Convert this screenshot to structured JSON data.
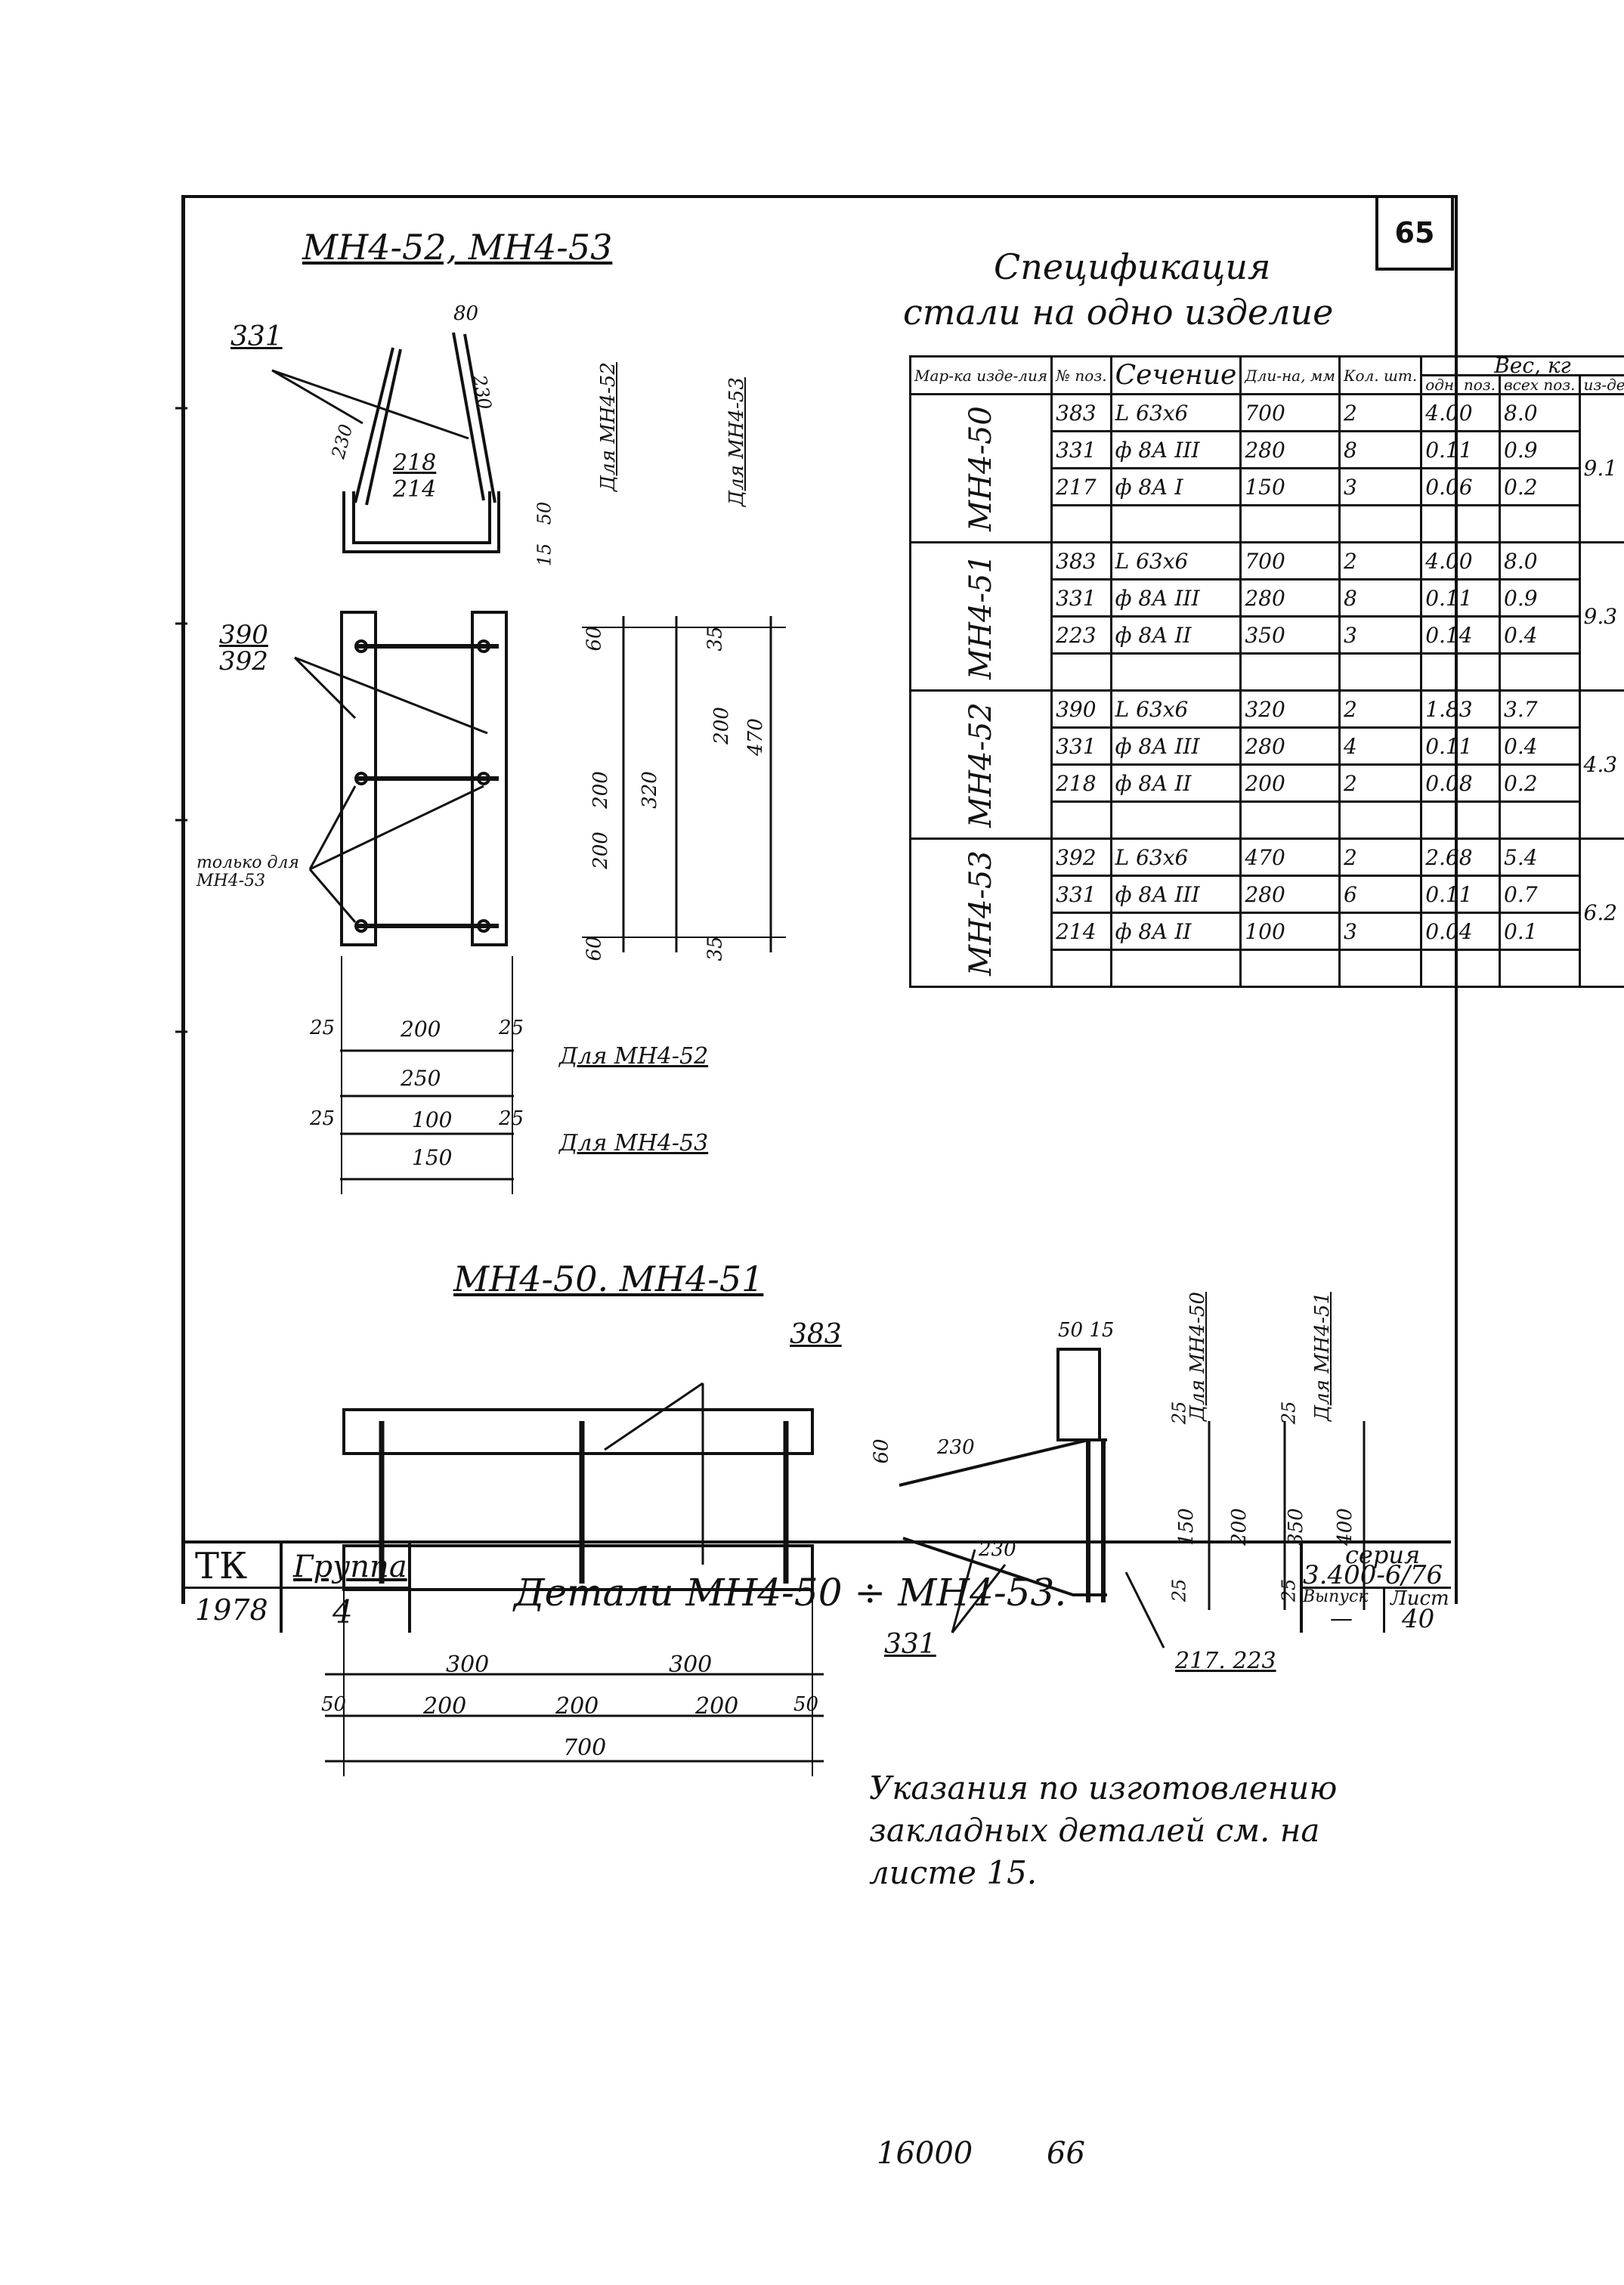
{
  "sheet_number": "65",
  "views": {
    "top_left_title": "МН4-52, МН4-53",
    "bottom_left_title": "МН4-50. МН4-51"
  },
  "dimensions_top": {
    "d80": "80",
    "d331": "331",
    "d230": "230",
    "d218": "218",
    "d214": "214",
    "d50": "50",
    "d15": "15",
    "d390": "390",
    "d392": "392",
    "d60": "60",
    "d200a": "200",
    "d320": "320",
    "d200b": "200",
    "d35a": "35",
    "d200c": "200",
    "d470": "470",
    "d35b": "35",
    "d60b": "60",
    "only_for": "только для МН4-53",
    "for_52_vertical": "Для МН4-52",
    "for_53_vertical": "Для МН4-53",
    "d25a": "25",
    "d200w": "200",
    "d25b": "25",
    "d250": "250",
    "for_52": "Для МН4-52",
    "d25c": "25",
    "d100": "100",
    "d25d": "25",
    "d150": "150",
    "for_53": "Для МН4-53"
  },
  "dimensions_bottom": {
    "d383": "383",
    "d300a": "300",
    "d300b": "300",
    "d50a": "50",
    "d200a": "200",
    "d200b": "200",
    "d200c": "200",
    "d50b": "50",
    "d700": "700",
    "d5015": "50 15",
    "for_50": "Для МН4-50",
    "for_51": "Для МН4-51",
    "d25a": "25",
    "d25b": "25",
    "d60": "60",
    "d230a": "230",
    "d230b": "230",
    "d150": "150",
    "d200": "200",
    "d350": "350",
    "d400": "400",
    "d25c": "25",
    "d25d": "25",
    "d331": "331",
    "d217": "217. 223"
  },
  "spec": {
    "title": "Спецификация",
    "subtitle": "стали на одно изделие",
    "headers": {
      "mark": "Мар-ка изде-лия",
      "pos": "№ поз.",
      "section": "Сечение",
      "length": "Дли-на, мм",
      "qty": "Кол. шт.",
      "weight": "Вес, кг",
      "w_one": "одн. поз.",
      "w_all": "всех поз.",
      "w_item": "из-дел."
    },
    "groups": [
      {
        "mark": "МН4-50",
        "rows": [
          {
            "pos": "383",
            "section": "L 63х6",
            "length": "700",
            "qty": "2",
            "w_one": "4.00",
            "w_all": "8.0"
          },
          {
            "pos": "331",
            "section": "ф 8А III",
            "length": "280",
            "qty": "8",
            "w_one": "0.11",
            "w_all": "0.9"
          },
          {
            "pos": "217",
            "section": "ф 8А I",
            "length": "150",
            "qty": "3",
            "w_one": "0.06",
            "w_all": "0.2"
          }
        ],
        "item_weight": "9.1"
      },
      {
        "mark": "МН4-51",
        "rows": [
          {
            "pos": "383",
            "section": "L 63х6",
            "length": "700",
            "qty": "2",
            "w_one": "4.00",
            "w_all": "8.0"
          },
          {
            "pos": "331",
            "section": "ф 8А III",
            "length": "280",
            "qty": "8",
            "w_one": "0.11",
            "w_all": "0.9"
          },
          {
            "pos": "223",
            "section": "ф 8А II",
            "length": "350",
            "qty": "3",
            "w_one": "0.14",
            "w_all": "0.4"
          }
        ],
        "item_weight": "9.3"
      },
      {
        "mark": "МН4-52",
        "rows": [
          {
            "pos": "390",
            "section": "L 63х6",
            "length": "320",
            "qty": "2",
            "w_one": "1.83",
            "w_all": "3.7"
          },
          {
            "pos": "331",
            "section": "ф 8А III",
            "length": "280",
            "qty": "4",
            "w_one": "0.11",
            "w_all": "0.4"
          },
          {
            "pos": "218",
            "section": "ф 8А II",
            "length": "200",
            "qty": "2",
            "w_one": "0.08",
            "w_all": "0.2"
          }
        ],
        "item_weight": "4.3"
      },
      {
        "mark": "МН4-53",
        "rows": [
          {
            "pos": "392",
            "section": "L 63х6",
            "length": "470",
            "qty": "2",
            "w_one": "2.68",
            "w_all": "5.4"
          },
          {
            "pos": "331",
            "section": "ф 8А III",
            "length": "280",
            "qty": "6",
            "w_one": "0.11",
            "w_all": "0.7"
          },
          {
            "pos": "214",
            "section": "ф 8А II",
            "length": "100",
            "qty": "3",
            "w_one": "0.04",
            "w_all": "0.1"
          }
        ],
        "item_weight": "6.2"
      }
    ]
  },
  "note": {
    "line1": "Указания по изготовлению",
    "line2": "закладных деталей см. на",
    "line3": "листе 15."
  },
  "title_block": {
    "org": "ТК",
    "group_label": "Группа",
    "year": "1978",
    "group_value": "4",
    "title": "Детали МН4-50 ÷ МН4-53.",
    "series_label": "серия",
    "series_value": "3.400-6/76",
    "issue_label": "Выпуск",
    "sheet_label": "Лист",
    "issue_value": "—",
    "sheet_value": "40"
  },
  "footer": {
    "num1": "16000",
    "num2": "66"
  }
}
